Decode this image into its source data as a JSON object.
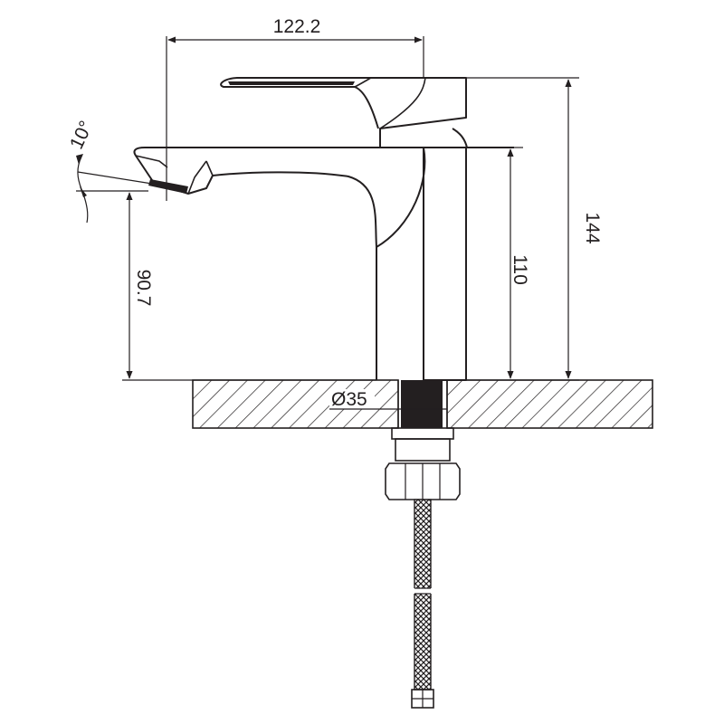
{
  "dimensions": {
    "top_width": "122.2",
    "angle": "10°",
    "spout_height": "90.7",
    "body_height": "110",
    "total_height": "144",
    "hole_diameter": "Ø35"
  }
}
